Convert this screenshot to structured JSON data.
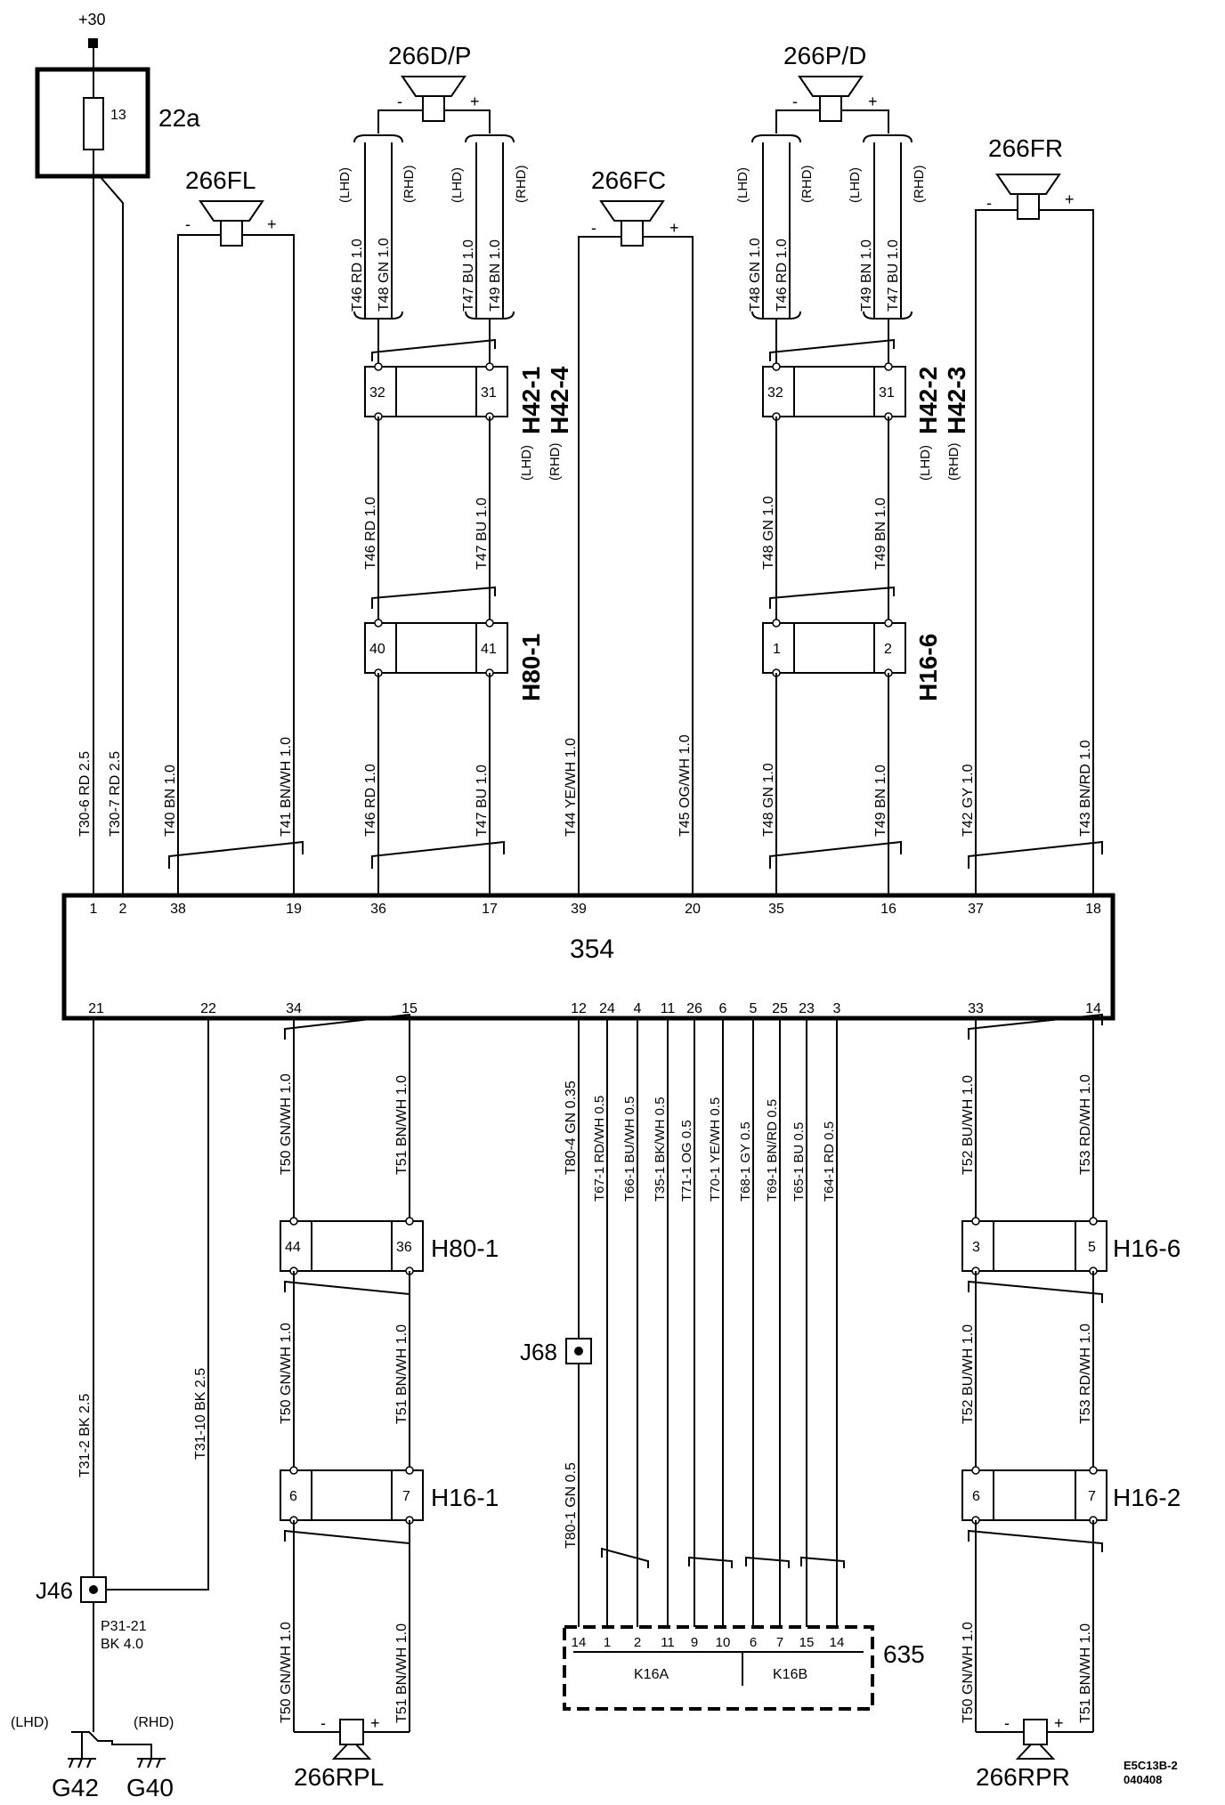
{
  "supply": {
    "label": "+30"
  },
  "fuse": {
    "number": "13",
    "name": "22a"
  },
  "control_unit": {
    "name": "354"
  },
  "top_pins": [
    "1",
    "2",
    "38",
    "19",
    "36",
    "17",
    "39",
    "20",
    "35",
    "16",
    "37",
    "18"
  ],
  "bottom_pins": [
    "21",
    "22",
    "34",
    "15",
    "12",
    "24",
    "4",
    "11",
    "26",
    "6",
    "5",
    "25",
    "23",
    "3",
    "33",
    "14"
  ],
  "speakers": {
    "fl": "266FL",
    "dp": "266D/P",
    "fc": "266FC",
    "pd": "266P/D",
    "fr": "266FR",
    "rpl": "266RPL",
    "rpr": "266RPR"
  },
  "pol": {
    "minus": "-",
    "plus": "+"
  },
  "hand": {
    "lhd": "(LHD)",
    "rhd": "(RHD)"
  },
  "connectors": {
    "h42_left_a": "H42-1",
    "h42_left_b": "H42-4",
    "h42_right_a": "H42-2",
    "h42_right_b": "H42-3",
    "h80_1": "H80-1",
    "h16_6": "H16-6",
    "h80_1b": "H80-1",
    "h16_6b": "H16-6",
    "h16_1": "H16-1",
    "h16_2": "H16-2"
  },
  "conn_pins": {
    "h42l_a": "32",
    "h42l_b": "31",
    "h42r_a": "32",
    "h42r_b": "31",
    "h80_a": "40",
    "h80_b": "41",
    "h166_a": "1",
    "h166_b": "2",
    "h80b_a": "44",
    "h80b_b": "36",
    "h166b_a": "3",
    "h166b_b": "5",
    "h161_a": "6",
    "h161_b": "7",
    "h162_a": "6",
    "h162_b": "7"
  },
  "splices": {
    "j68": "J68",
    "j46": "J46"
  },
  "grounds": {
    "g42": "G42",
    "g40": "G40"
  },
  "ground_wire": {
    "line1": "P31-21",
    "line2": "BK 4.0"
  },
  "module": {
    "name": "635",
    "k16a": "K16A",
    "k16b": "K16B",
    "pins": [
      "14",
      "1",
      "2",
      "11",
      "9",
      "10",
      "6",
      "7",
      "15",
      "14"
    ]
  },
  "wires": {
    "t30_6": "T30-6  RD  2.5",
    "t30_7": "T30-7  RD  2.5",
    "t40": "T40  BN  1.0",
    "t41": "T41  BN/WH 1.0",
    "t46a": "T46  RD  1.0",
    "t48a": "T48  GN  1.0",
    "t47a": "T47  BU  1.0",
    "t49a": "T49  BN  1.0",
    "t46b": "T46  RD  1.0",
    "t47b": "T47  BU  1.0",
    "t46c": "T46  RD  1.0",
    "t47c": "T47  BU  1.0",
    "t44": "T44  YE/WH 1.0",
    "t45": "T45  OG/WH 1.0",
    "t48b": "T48  GN  1.0",
    "t46d": "T46  RD  1.0",
    "t49b": "T49  BN  1.0",
    "t47d": "T47  BU  1.0",
    "t48c": "T48  GN  1.0",
    "t49c": "T49  BN  1.0",
    "t48d": "T48  GN  1.0",
    "t49d": "T49  BN  1.0",
    "t42": "T42  GY  1.0",
    "t43": "T43  BN/RD 1.0",
    "t31_2": "T31-2  BK  2.5",
    "t31_10": "T31-10  BK  2.5",
    "t50a": "T50  GN/WH 1.0",
    "t51a": "T51  BN/WH 1.0",
    "t50b": "T50  GN/WH 1.0",
    "t51b": "T51  BN/WH 1.0",
    "t50c": "T50  GN/WH 1.0",
    "t51c": "T51  BN/WH 1.0",
    "t80_4": "T80-4  GN  0.35",
    "t80_1": "T80-1  GN  0.5",
    "t67": "T67-1  RD/WH 0.5",
    "t66": "T66-1  BU/WH 0.5",
    "t35": "T35-1  BK/WH 0.5",
    "t71": "T71-1  OG  0.5",
    "t70": "T70-1  YE/WH 0.5",
    "t68": "T68-1  GY  0.5",
    "t69": "T69-1  BN/RD 0.5",
    "t65": "T65-1  BU  0.5",
    "t64": "T64-1  RD  0.5",
    "t52a": "T52  BU/WH 1.0",
    "t53a": "T53  RD/WH 1.0",
    "t52b": "T52  BU/WH 1.0",
    "t53b": "T53  RD/WH 1.0",
    "t50d": "T50  GN/WH 1.0",
    "t51d": "T51  BN/WH 1.0"
  },
  "footer": {
    "code": "E5C13B-2",
    "date": "040408"
  }
}
